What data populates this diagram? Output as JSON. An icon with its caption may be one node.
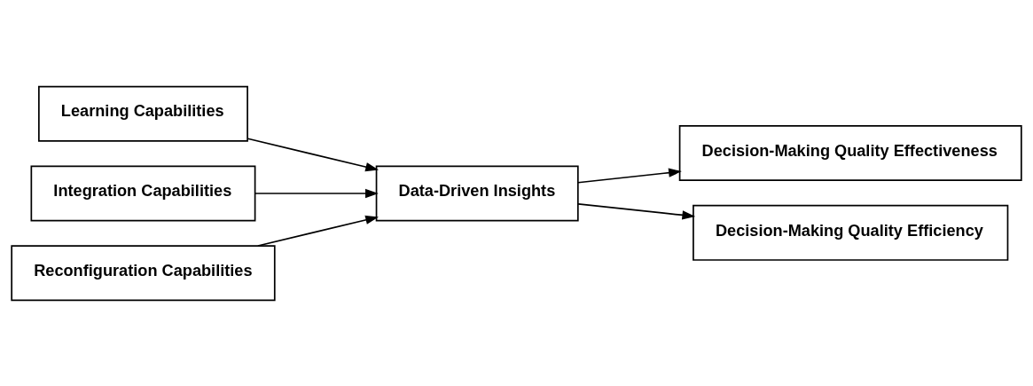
{
  "diagram": {
    "nodes": [
      {
        "text": [
          "Learning Capabilities"
        ]
      },
      {
        "text": [
          "Integration Capabilities"
        ]
      },
      {
        "text": [
          "Reconfiguration Capabilities"
        ]
      },
      {
        "text": [
          "Data-Driven Insights"
        ]
      },
      {
        "text": [
          "Decision-Making Quality Effectiveness"
        ]
      },
      {
        "text": [
          "Decision-Making Quality Efficiency"
        ]
      }
    ],
    "edges": [
      {
        "from": 0,
        "to": 3,
        "arrow": "to"
      },
      {
        "from": 1,
        "to": 3,
        "arrow": "to"
      },
      {
        "from": 2,
        "to": 3,
        "arrow": "to"
      },
      {
        "from": 3,
        "to": 4,
        "arrow": "to"
      },
      {
        "from": 3,
        "to": 5,
        "arrow": "to"
      }
    ]
  }
}
